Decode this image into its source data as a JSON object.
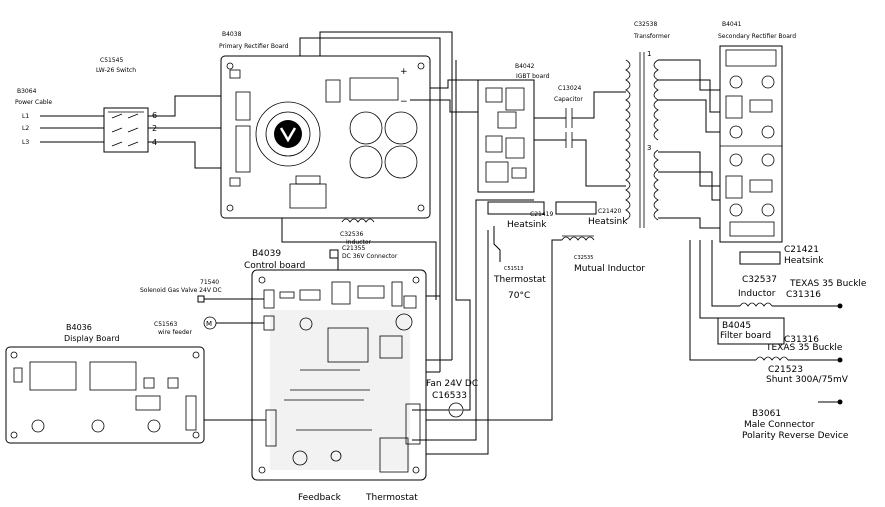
{
  "diagram": {
    "power_cable": {
      "code": "B3064",
      "name": "Power Cable",
      "lines": [
        "L1",
        "L2",
        "L3"
      ]
    },
    "switch": {
      "code": "C51545",
      "name": "LW-26 Switch",
      "pins": [
        "6",
        "2",
        "4"
      ]
    },
    "primary_rectifier": {
      "code": "B4038",
      "name": "Primary Rectifier Board"
    },
    "inductor_primary": {
      "code": "C32536",
      "name": "Inductor"
    },
    "igbt": {
      "code": "B4042",
      "name": "IGBT board"
    },
    "capacitor": {
      "code": "C13024",
      "name": "Capacitor"
    },
    "transformer": {
      "code": "C32538",
      "name": "Transformer",
      "pins": [
        "1",
        "3"
      ]
    },
    "secondary_rectifier": {
      "code": "B4041",
      "name": "Secondary Rectifier Board"
    },
    "heatsink_1": {
      "code": "C21419",
      "name": "Heatsink"
    },
    "heatsink_2": {
      "code": "C21420",
      "name": "Heatsink"
    },
    "heatsink_3": {
      "code": "C21421",
      "name": "Heatsink"
    },
    "dc_connector": {
      "code": "C21355",
      "name": "DC 36V Connector"
    },
    "control_board": {
      "code": "B4039",
      "name": "Control board"
    },
    "solenoid": {
      "code": "71540",
      "name": "Solenoid Gas Valve 24V DC"
    },
    "wire_feeder": {
      "code": "C51563",
      "name": "wire feeder",
      "symbol": "M"
    },
    "display_board": {
      "code": "B4036",
      "name": "Display Board"
    },
    "thermostat_1": {
      "code": "C51513",
      "name": "Thermostat",
      "rating": "70°C"
    },
    "mutual_inductor": {
      "code": "C32535",
      "name": "Mutual Inductor"
    },
    "inductor_secondary": {
      "code": "C32537",
      "name": "Inductor"
    },
    "buckle_1": {
      "name": "TEXAS 35 Buckle",
      "code": "C31316"
    },
    "buckle_2": {
      "name": "TEXAS 35 Buckle",
      "code": "C31316"
    },
    "filter_board": {
      "code": "B4045",
      "name": "Filter board"
    },
    "shunt": {
      "code": "C21523",
      "name": "Shunt 300A/75mV"
    },
    "fan": {
      "name": "Fan 24V DC",
      "code": "C16533"
    },
    "male_connector": {
      "code": "B3061",
      "name": "Male Connector",
      "subtitle": "Polarity Reverse Device"
    },
    "bottom_labels": {
      "feedback": "Feedback",
      "thermostat": "Thermostat"
    }
  }
}
